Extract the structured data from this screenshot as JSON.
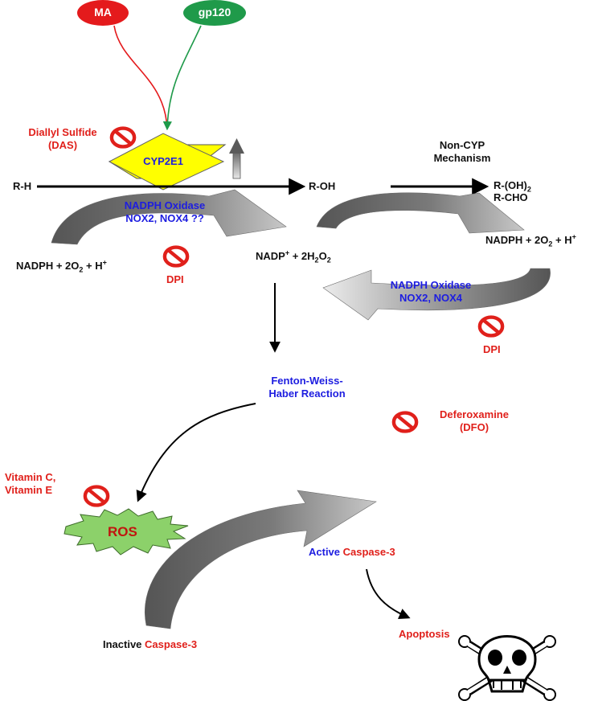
{
  "nodes": {
    "ma": "MA",
    "gp120": "gp120",
    "cyp2e1": "CYP2E1",
    "ros": "ROS"
  },
  "inhibitors": {
    "das": [
      "Diallyl Sulfide",
      "(DAS)"
    ],
    "dpi_left": "DPI",
    "dpi_right": "DPI",
    "dfo": [
      "Deferoxamine",
      "(DFO)"
    ],
    "vitamins": [
      "Vitamin C,",
      "Vitamin E"
    ]
  },
  "labels": {
    "rh": "R-H",
    "roh": "R-OH",
    "non_cyp": [
      "Non-CYP",
      "Mechanism"
    ],
    "r_oh2": "R-(OH)",
    "r_oh2_sub": "2",
    "r_cho": "R-CHO",
    "nadph_oxidase_top": [
      "NADPH Oxidase",
      "NOX2, NOX4 ??"
    ],
    "nadph_oxidase_right": [
      "NADPH Oxidase",
      "NOX2, NOX4"
    ],
    "left_nadph": {
      "a": "NADPH + 2O",
      "b": "2",
      "c": " + H",
      "d": "+"
    },
    "mid_nadp": {
      "a": "NADP",
      "b": "+",
      "c": " + 2H",
      "d": "2",
      "e": "O",
      "f": "2"
    },
    "right_nadph": {
      "a": "NADPH + 2O",
      "b": "2",
      "c": " + H",
      "d": "+"
    },
    "fenton": [
      "Fenton-Weiss-",
      "Haber Reaction"
    ],
    "active": {
      "a": "Active ",
      "b": "Caspase-3"
    },
    "inactive": {
      "a": "Inactive ",
      "b": "Caspase-3"
    },
    "apoptosis": "Apoptosis"
  },
  "colors": {
    "ma_fill": "#e41a1c",
    "gp120_fill": "#1f9a4a",
    "cyp2e1_fill": "#ffff00",
    "ros_fill": "#8cd16a",
    "inhibitor": "#e0201b",
    "blue_text": "#1d1de0",
    "red_text": "#e0201b"
  },
  "icons": [
    "no-symbol-icon",
    "up-arrow-icon",
    "skull-crossbones-icon"
  ]
}
